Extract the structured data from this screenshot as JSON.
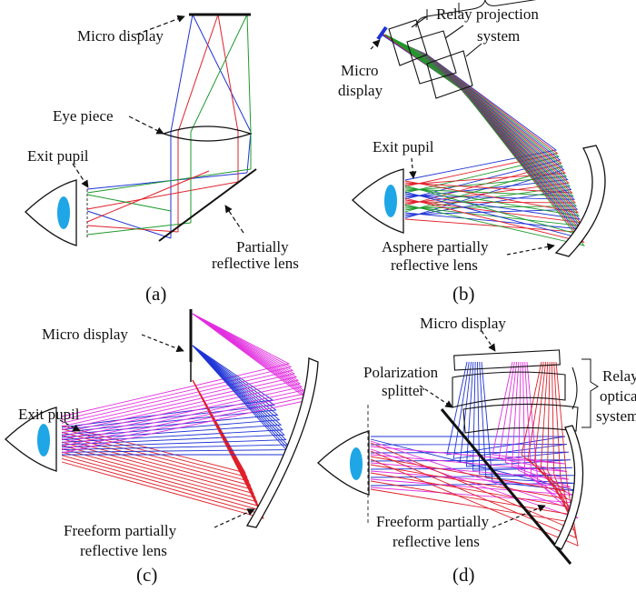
{
  "panels": {
    "a": {
      "caption": "(a)",
      "labels": {
        "micro_display": "Micro display",
        "eye_piece": "Eye piece",
        "exit_pupil": "Exit pupil",
        "partially_reflective_1": "Partially",
        "partially_reflective_2": "reflective lens"
      }
    },
    "b": {
      "caption": "(b)",
      "labels": {
        "relay_1": "Relay projection",
        "relay_2": "system",
        "micro_1": "Micro",
        "micro_2": "display",
        "exit_pupil": "Exit pupil",
        "asphere_1": "Asphere partially",
        "asphere_2": "reflective lens"
      }
    },
    "c": {
      "caption": "(c)",
      "labels": {
        "micro_display": "Micro display",
        "exit_pupil_1": "Exit pupil",
        "freeform_1": "Freeform partially",
        "freeform_2": "reflective lens"
      }
    },
    "d": {
      "caption": "(d)",
      "labels": {
        "micro_display": "Micro display",
        "polarization_1": "Polarization",
        "polarization_2": "splitter",
        "relay_1": "Relay",
        "relay_2": "optical",
        "relay_3": "system",
        "freeform_1": "Freeform partially",
        "freeform_2": "reflective lens"
      }
    }
  },
  "colors": {
    "red": "#e0202a",
    "green": "#1e9a2e",
    "blue": "#1f33d6",
    "magenta": "#e22ee0",
    "eye_lens": "#1ea6e6",
    "black": "#111111"
  }
}
